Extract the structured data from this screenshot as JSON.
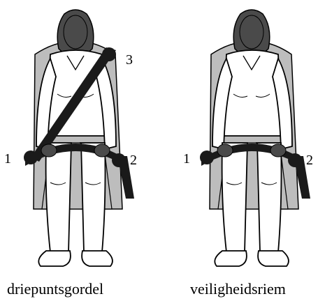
{
  "figures": [
    {
      "caption": "driepuntsgordel",
      "points": [
        {
          "label": "1"
        },
        {
          "label": "2"
        },
        {
          "label": "3"
        }
      ]
    },
    {
      "caption": "veiligheidsriem",
      "points": [
        {
          "label": "1"
        },
        {
          "label": "2"
        }
      ]
    }
  ],
  "colors": {
    "seat": "#bdbdbd",
    "head": "#4a4a4a",
    "belt": "#1a1a1a",
    "outline": "#000000",
    "body": "#ffffff"
  }
}
